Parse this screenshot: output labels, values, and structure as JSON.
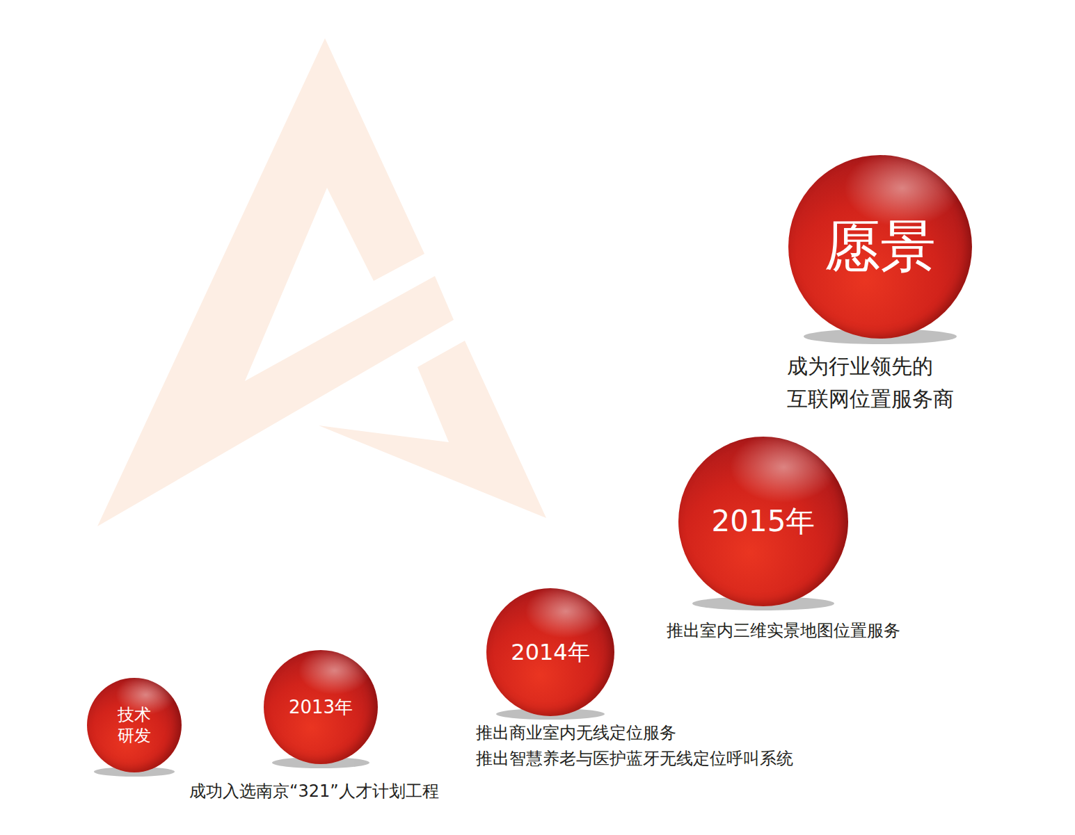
{
  "diagram": {
    "nodes": [
      {
        "text": [
          "技术 研发"
        ]
      },
      {
        "text": [
          "2013年",
          "成功入选南京“321”人才计划工程"
        ]
      },
      {
        "text": [
          "2014年",
          "推出商业室内无线定位服务",
          "推出智慧养老与医护蓝牙无线定位呼叫系统"
        ]
      },
      {
        "text": [
          "2015年",
          "推出室内三维实景地图位置服务"
        ]
      },
      {
        "text": [
          "愿景",
          "成为行业领先的 互联网位置服务商"
        ]
      }
    ]
  }
}
